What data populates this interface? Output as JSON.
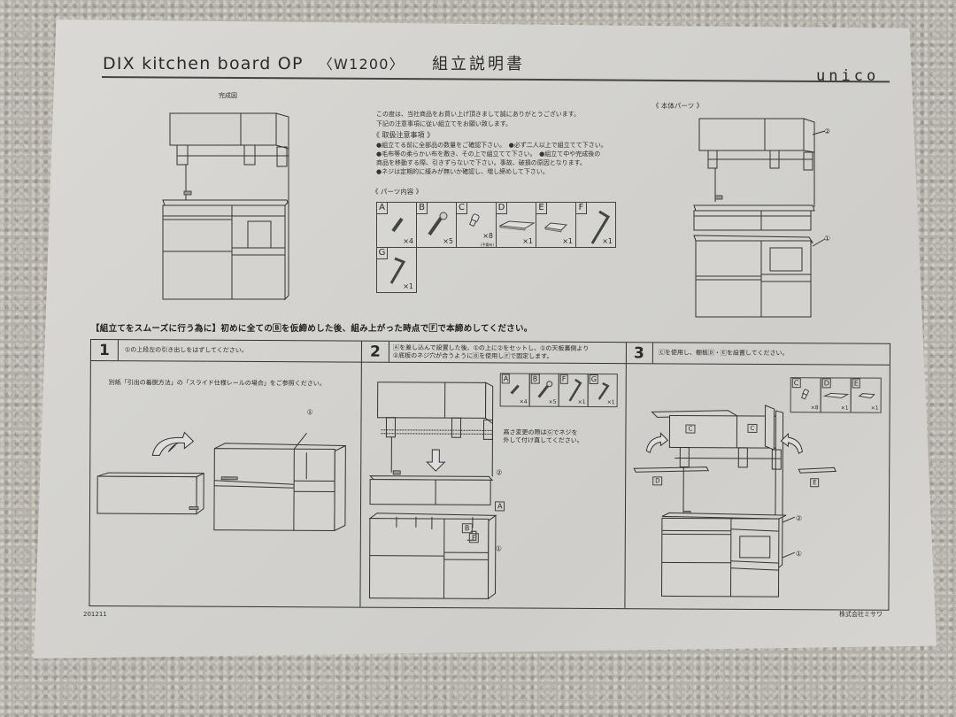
{
  "document": {
    "title": "DIX kitchen board OP",
    "model": "〈W1200〉",
    "title_jp": "組立説明書",
    "brand": "unico",
    "date_code": "201211",
    "company": "株式会社ミサワ"
  },
  "completed_view": {
    "caption": "完成図"
  },
  "intro": {
    "line1": "この度は、当社商品をお買い上げ頂きまして誠にありがとうございます。",
    "line2": "下記の注意事項に従い組立てをお願い致します。",
    "cautions_heading": "《 取扱注意事項 》",
    "cautions": [
      "●組立てる前に全部品の数量をご確認下さい。　●必ず二人以上で組立てて下さい。",
      "●毛布等の柔らかい布を敷き、その上で組立てて下さい。　●組立て中や完成後の",
      "商品を移動する際、引きずらないで下さい。事故、破損の原因となります。",
      "●ネジは定期的に緩みが無いか確認し、増し締めして下さい。"
    ]
  },
  "parts": {
    "heading": "《 パーツ内容 》",
    "items": [
      {
        "label": "A",
        "icon": "dowel-icon",
        "qty": "×4"
      },
      {
        "label": "B",
        "icon": "bolt-icon",
        "qty": "×5"
      },
      {
        "label": "C",
        "icon": "shelf-pin-icon",
        "qty": "×8",
        "note": "(予備有)"
      },
      {
        "label": "D",
        "icon": "shelf-board-large-icon",
        "qty": "×1"
      },
      {
        "label": "E",
        "icon": "shelf-board-small-icon",
        "qty": "×1"
      },
      {
        "label": "F",
        "icon": "hex-key-large-icon",
        "qty": "×1"
      },
      {
        "label": "G",
        "icon": "hex-key-small-icon",
        "qty": "×1"
      }
    ]
  },
  "body_parts": {
    "heading": "《 本体パーツ 》",
    "callout_upper": "②",
    "callout_lower": "①"
  },
  "banner": {
    "text": "【組立てをスムーズに行う為に】初めに全ての🄱を仮締めした後、組み上がった時点で🄵で本締めしてください。"
  },
  "steps": [
    {
      "number": "1",
      "instruction": "①の上段左の引き出しをはずしてください。",
      "note": "別紙「引出の着脱方法」の「スライド仕様レールの場合」をご参照ください。",
      "callouts": [
        "①"
      ]
    },
    {
      "number": "2",
      "instruction_line1": "🄰を差し込んで設置した後、①の上に②をセットし、①の天板裏側より",
      "instruction_line2": "②底板のネジ穴が合うように🄱を使用し🄵で固定します。",
      "parts": [
        {
          "label": "A",
          "qty": "×4"
        },
        {
          "label": "B",
          "qty": "×5"
        },
        {
          "label": "F",
          "qty": "×1"
        },
        {
          "label": "G",
          "qty": "×1"
        }
      ],
      "height_note_line1": "高さ変更の際は🄶でネジを",
      "height_note_line2": "外して付け直してください。",
      "callouts": [
        "②",
        "①"
      ],
      "labels": [
        "A",
        "B",
        "F"
      ]
    },
    {
      "number": "3",
      "instruction": "🄲を使用し、棚板🄳・🄴を設置してください。",
      "parts": [
        {
          "label": "C",
          "qty": "×8"
        },
        {
          "label": "D",
          "qty": "×1"
        },
        {
          "label": "E",
          "qty": "×1"
        }
      ],
      "callouts": [
        "②",
        "①"
      ],
      "labels": [
        "C",
        "C",
        "D",
        "E"
      ]
    }
  ]
}
